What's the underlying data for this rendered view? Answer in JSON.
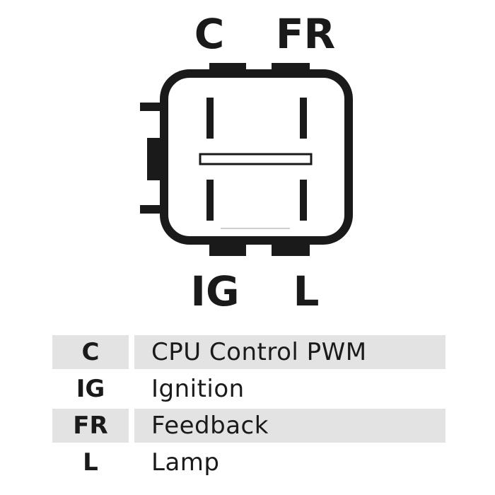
{
  "diagram": {
    "pins": {
      "top_left": "C",
      "top_right": "FR",
      "bottom_left": "IG",
      "bottom_right": "L"
    },
    "colors": {
      "stroke": "#1a1a1a",
      "row_shade": "#e3e3e3"
    }
  },
  "legend": [
    {
      "code": "C",
      "description": "CPU Control PWM",
      "shaded": true
    },
    {
      "code": "IG",
      "description": "Ignition",
      "shaded": false
    },
    {
      "code": "FR",
      "description": "Feedback",
      "shaded": true
    },
    {
      "code": "L",
      "description": "Lamp",
      "shaded": false
    }
  ]
}
